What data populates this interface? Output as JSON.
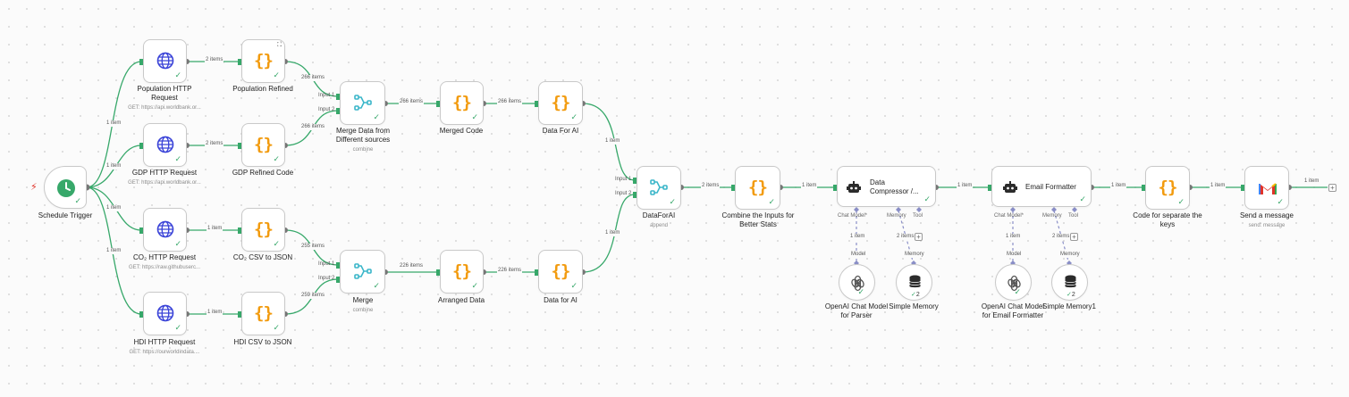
{
  "nodes": {
    "schedule_trigger": {
      "label": "Schedule Trigger"
    },
    "pop_http": {
      "label_line1": "Population HTTP",
      "label_line2": "Request",
      "sub": "GET: https://api.worldbank.or..."
    },
    "pop_refined": {
      "label": "Population Refined"
    },
    "gdp_http": {
      "label": "GDP HTTP Request",
      "sub": "GET: https://api.worldbank.or..."
    },
    "gdp_refined": {
      "label": "GDP Refined Code"
    },
    "co2_http": {
      "label": "CO₂ HTTP Request",
      "sub": "GET: https://raw.githubuserc..."
    },
    "co2_csv": {
      "label": "CO₂ CSV to JSON"
    },
    "hdi_http": {
      "label": "HDI HTTP Request",
      "sub": "GET: https://ourworldindata...."
    },
    "hdi_csv": {
      "label": "HDI CSV to JSON"
    },
    "merge_sources": {
      "label_line1": "Merge Data from",
      "label_line2": "Different sources",
      "sub": "combine"
    },
    "merge": {
      "label": "Merge",
      "sub": "combine"
    },
    "merged_code": {
      "label": "Merged Code"
    },
    "arranged_data": {
      "label": "Arranged Data"
    },
    "data_for_ai_top": {
      "label": "Data For AI"
    },
    "data_for_ai_bottom": {
      "label": "Data for AI"
    },
    "data_for_ai_merge": {
      "label": "DataForAI",
      "sub": "append"
    },
    "combine_inputs": {
      "label_line1": "Combine the Inputs for",
      "label_line2": "Better Stats"
    },
    "data_compressor": {
      "label_line1": "Data",
      "label_line2": "Compressor /...",
      "port_chat": "Chat Model*",
      "port_memory": "Memory",
      "port_tool": "Tool"
    },
    "email_formatter": {
      "label": "Email Formatter",
      "port_chat": "Chat Model*",
      "port_memory": "Memory",
      "port_tool": "Tool"
    },
    "openai_parser": {
      "label_line1": "OpenAI Chat Model",
      "label_line2": "for Parser"
    },
    "simple_memory": {
      "label": "Simple Memory",
      "badge": "2"
    },
    "openai_email": {
      "label_line1": "OpenAI Chat Model",
      "label_line2": "for Email Formatter"
    },
    "simple_memory1": {
      "label": "Simple Memory1",
      "badge": "2"
    },
    "code_separate": {
      "label_line1": "Code for separate the",
      "label_line2": "keys"
    },
    "send_message": {
      "label": "Send a message",
      "sub": "send: message"
    }
  },
  "edges": {
    "e_pop_http": "1 item",
    "e_gdp_http": "1 item",
    "e_co2_http": "1 item",
    "e_hdi_http": "1 item",
    "e_pop_refined": "2 items",
    "e_gdp_refined": "2 items",
    "e_co2_csv": "1 item",
    "e_hdi_csv": "1 item",
    "e_pop_to_merge": "266 items",
    "e_gdp_to_merge": "266 items",
    "e_co2_to_merge": "255 items",
    "e_hdi_to_merge": "259 items",
    "e_merge_sources_out": "266 items",
    "e_merged_code_out": "266 items",
    "e_merge_out": "226 items",
    "e_arranged_out": "226 items",
    "e_ai_top": "1 item",
    "e_ai_bottom": "1 item",
    "e_dataforai_out": "2 items",
    "e_combine_out": "1 item",
    "e_compressor_out": "1 item",
    "e_email_out": "1 item",
    "e_code_out": "1 item",
    "e_send_out": "1 item",
    "e_parser_model": "1 item",
    "e_parser_memory": "2 items",
    "e_email_model": "1 item",
    "e_email_memory": "2 items",
    "model_label": "Model",
    "memory_label": "Memory",
    "input1": "Input 1",
    "input2": "Input 2"
  },
  "colors": {
    "wire": "#37a86a",
    "ai_wire": "#8a8fc7",
    "globe": "#3b44d8",
    "braces": "#f29b0f",
    "merge": "#3ab6c9",
    "trigger": "#37a86a",
    "gmail_red": "#e0342a"
  }
}
